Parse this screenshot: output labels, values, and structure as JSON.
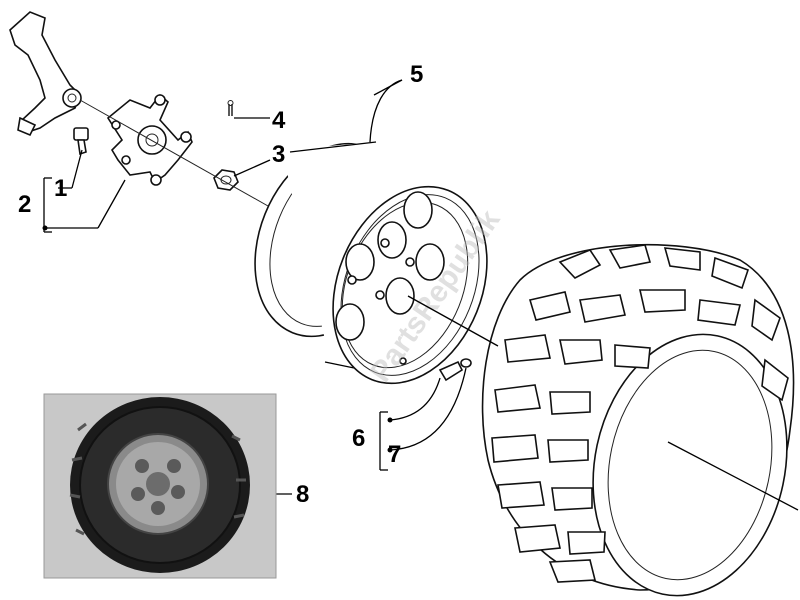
{
  "callouts": {
    "c1": "1",
    "c2": "2",
    "c3": "3",
    "c4": "4",
    "c5": "5",
    "c6": "6",
    "c7": "7",
    "c8": "8"
  },
  "watermark": "PartsRepublik",
  "colors": {
    "photo_bg": "#c8c8c8",
    "line": "#000000",
    "tire": "#ffffff"
  }
}
